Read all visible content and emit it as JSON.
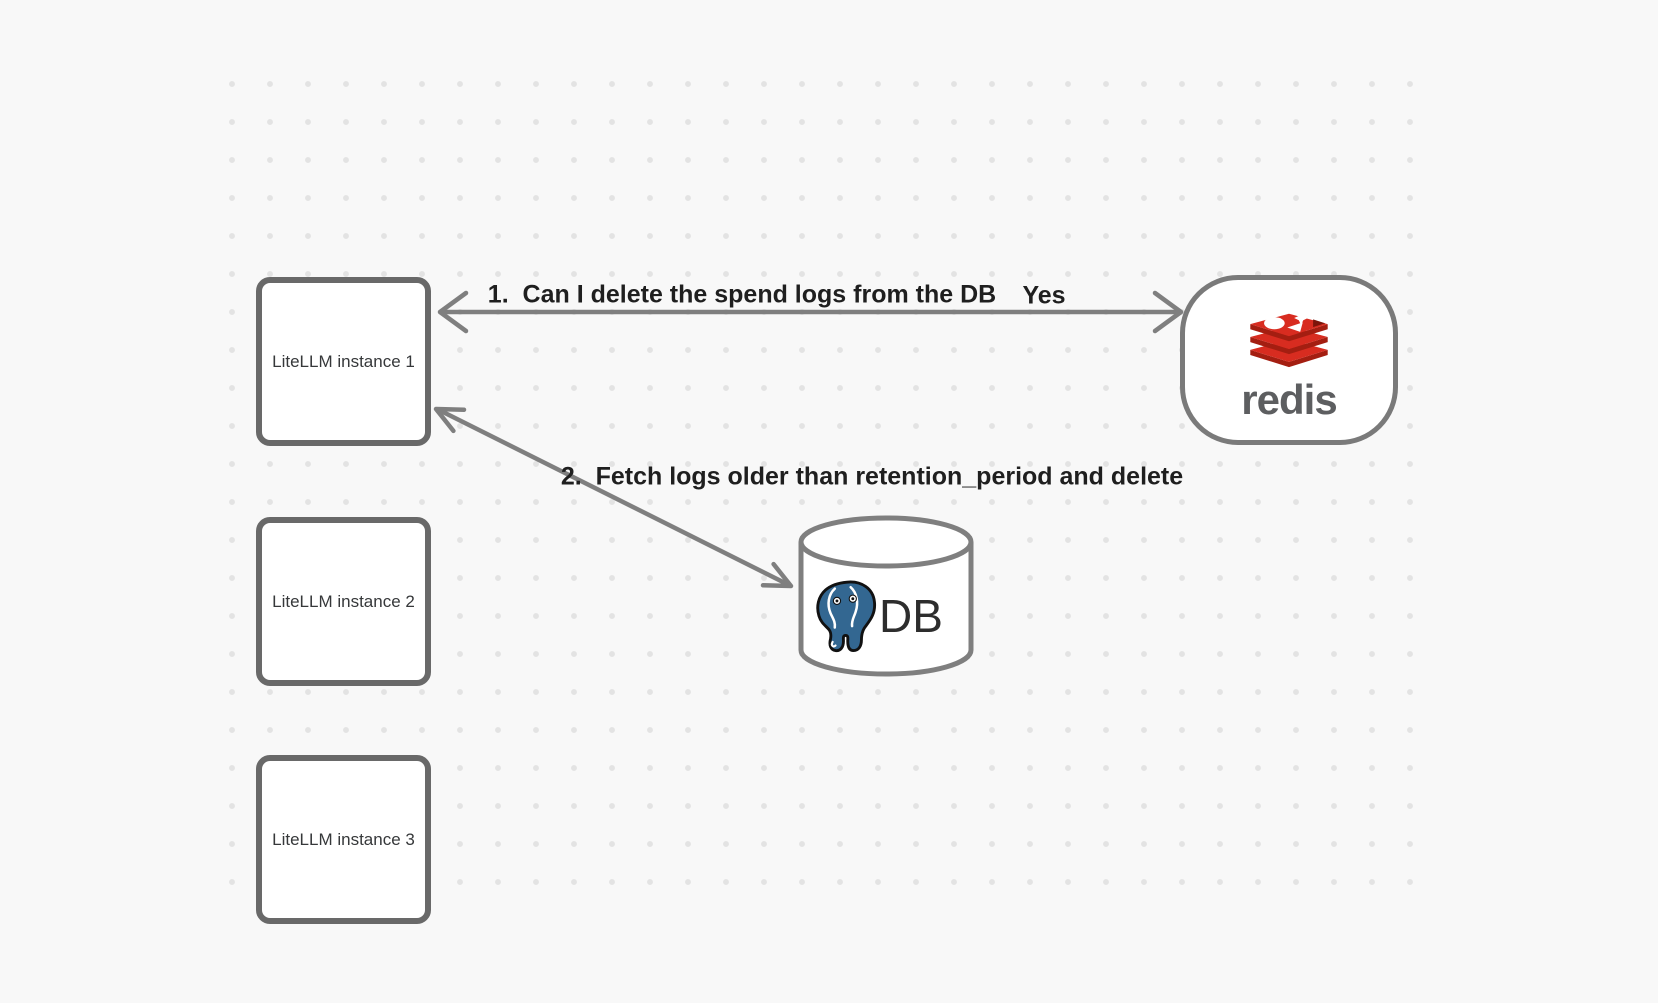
{
  "diagram": {
    "nodes": [
      {
        "label": "LiteLLM instance 1"
      },
      {
        "label": "LiteLLM instance 2"
      },
      {
        "label": "LiteLLM instance 3"
      }
    ],
    "redis": {
      "wordmark": "redis"
    },
    "db": {
      "label": "DB"
    },
    "arrows": [
      {
        "label": "1.  Can I delete the spend logs from the DB",
        "response": "Yes"
      },
      {
        "label": "2.  Fetch logs older than retention_period and delete"
      }
    ],
    "colors": {
      "background": "#f8f8f8",
      "grid_dot": "#e3e3e3",
      "shape_border": "#696969",
      "arrow": "#7f7f7f",
      "label_text": "#1f1f1f",
      "node_text": "#36383a",
      "redis_red": "#D82C20",
      "redis_dark_red": "#A41E11",
      "redis_wordmark_gray": "#5d5e60",
      "postgres_blue": "#336791",
      "db_text": "#2d2d2d"
    }
  }
}
